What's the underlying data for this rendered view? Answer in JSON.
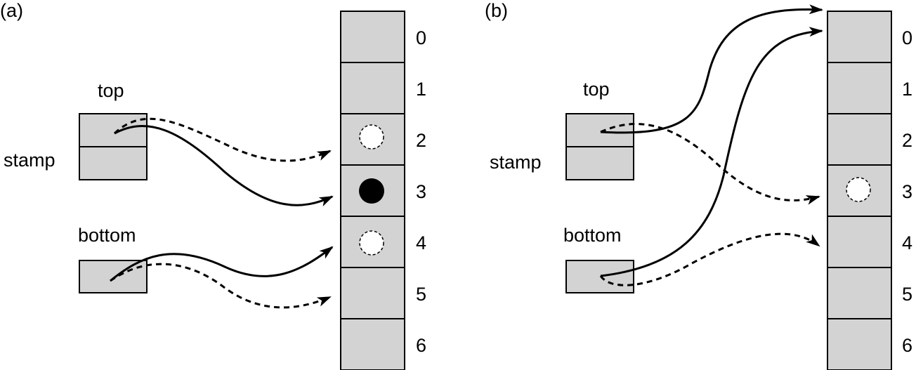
{
  "panels": [
    {
      "id": "a",
      "label": "(a)",
      "top_label": "top",
      "stamp_label": "stamp",
      "bottom_label": "bottom",
      "indices": [
        "0",
        "1",
        "2",
        "3",
        "4",
        "5",
        "6"
      ],
      "slots": [
        {
          "index": 2,
          "marker": "empty-circle"
        },
        {
          "index": 3,
          "marker": "filled-circle"
        },
        {
          "index": 4,
          "marker": "empty-circle"
        }
      ]
    },
    {
      "id": "b",
      "label": "(b)",
      "top_label": "top",
      "stamp_label": "stamp",
      "bottom_label": "bottom",
      "indices": [
        "0",
        "1",
        "2",
        "3",
        "4",
        "5",
        "6"
      ],
      "slots": [
        {
          "index": 3,
          "marker": "empty-circle"
        }
      ]
    }
  ]
}
